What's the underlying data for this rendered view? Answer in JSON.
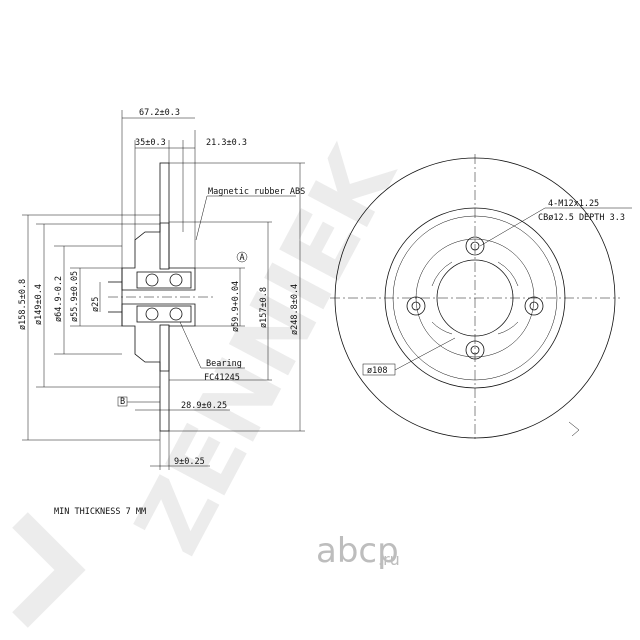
{
  "watermark": {
    "brand": "ZENNIEK",
    "site": "abcp",
    "site_tld": ".ru"
  },
  "side_view": {
    "dims_top": [
      "67.2±0.3",
      "35±0.3",
      "21.3±0.3"
    ],
    "callout_abs": "Magnetic rubber ABS",
    "dims_left": [
      "ø158.5±0.8",
      "ø149±0.4",
      "ø64.9-0.2",
      "ø55.9±0.05",
      "ø25"
    ],
    "dims_right": [
      "ø59.9+0.04",
      "ø157±0.8",
      "ø248.8±0.4"
    ],
    "datum_a": "A",
    "datum_b": "B",
    "bearing_label": "Bearing",
    "bearing_part": "FC41245",
    "dim_289": "28.9±0.25",
    "dim_9": "9±0.25",
    "min_thickness": "MIN THICKNESS 7 MM"
  },
  "front_view": {
    "thread": "4-M12x1.25",
    "centre_bore": "CBø12.5 DEPTH 3.3",
    "pcd": "ø108"
  }
}
